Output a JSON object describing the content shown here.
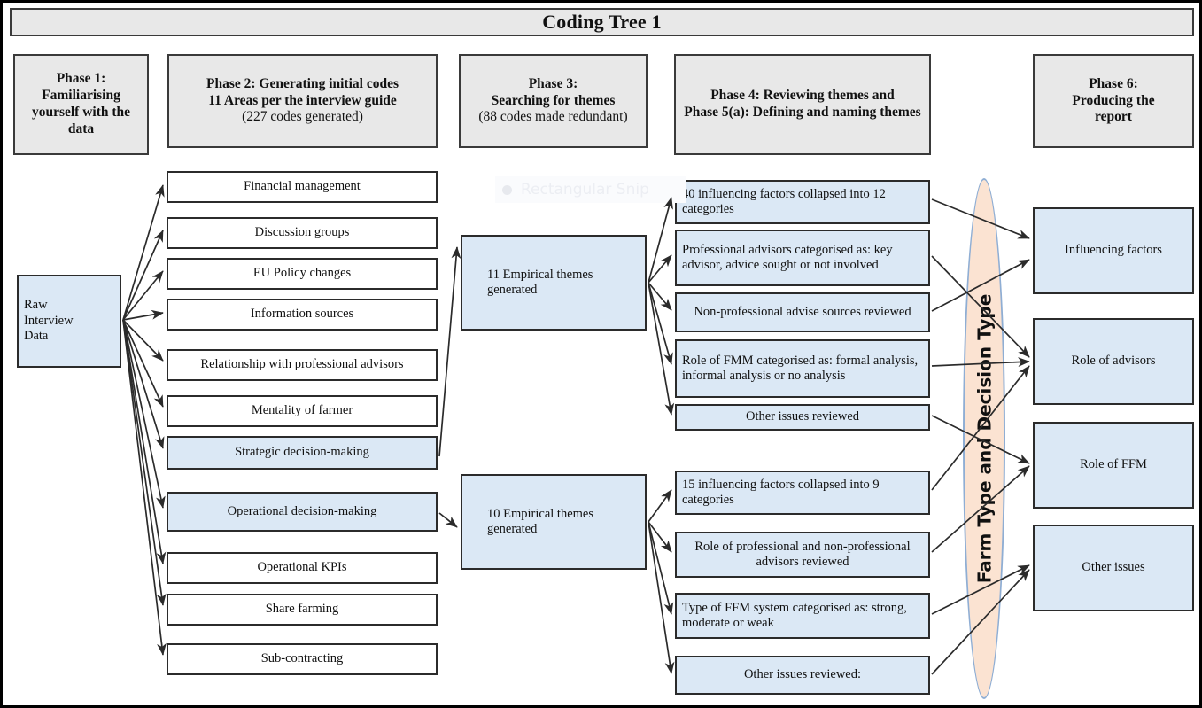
{
  "title": "Coding Tree 1",
  "watermark": {
    "label": "Rectangular Snip",
    "icon": "snip-dot-icon"
  },
  "colors": {
    "header_fill": "#e8e8e8",
    "node_fill_white": "#ffffff",
    "node_fill_blue": "#dbe8f5",
    "ellipse_fill": "#fbe3d2",
    "ellipse_stroke": "#8faed4",
    "border": "#2b2b2b"
  },
  "phases": [
    {
      "id": "phase1",
      "lines": [
        "Phase 1:",
        "Familiarising",
        "yourself with the",
        "data"
      ],
      "sub": ""
    },
    {
      "id": "phase2",
      "lines": [
        "Phase 2: Generating initial codes",
        "11 Areas per the interview guide"
      ],
      "sub": "(227 codes generated)"
    },
    {
      "id": "phase3",
      "lines": [
        "Phase 3:",
        "Searching for themes"
      ],
      "sub": "(88 codes made redundant)"
    },
    {
      "id": "phase45",
      "lines": [
        "Phase 4: Reviewing themes and",
        "Phase 5(a): Defining and naming themes"
      ],
      "sub": ""
    },
    {
      "id": "phase6",
      "lines": [
        "Phase 6:",
        "Producing the",
        "report"
      ],
      "sub": ""
    }
  ],
  "phase1_node": {
    "label": "Raw\nInterview\nData",
    "fill": "blue"
  },
  "phase2_nodes": [
    {
      "label": "Financial management",
      "fill": "white"
    },
    {
      "label": "Discussion groups",
      "fill": "white"
    },
    {
      "label": "EU Policy changes",
      "fill": "white"
    },
    {
      "label": "Information sources",
      "fill": "white"
    },
    {
      "label": "Relationship with professional advisors",
      "fill": "white"
    },
    {
      "label": "Mentality of farmer",
      "fill": "white"
    },
    {
      "label": "Strategic decision-making",
      "fill": "blue"
    },
    {
      "label": "Operational decision-making",
      "fill": "blue"
    },
    {
      "label": "Operational KPIs",
      "fill": "white"
    },
    {
      "label": "Share farming",
      "fill": "white"
    },
    {
      "label": "Sub-contracting",
      "fill": "white"
    }
  ],
  "phase3_nodes": [
    {
      "label": "11 Empirical themes generated",
      "fill": "blue"
    },
    {
      "label": "10 Empirical themes generated",
      "fill": "blue"
    }
  ],
  "phase45_nodes_upper": [
    {
      "label": "40 influencing factors collapsed into 12 categories",
      "fill": "blue",
      "align": "left"
    },
    {
      "label": "Professional advisors categorised as: key advisor, advice sought or not involved",
      "fill": "blue",
      "align": "left"
    },
    {
      "label": "Non-professional advise sources reviewed",
      "fill": "blue",
      "align": "center"
    },
    {
      "label": "Role of FMM categorised as: formal analysis, informal analysis or no analysis",
      "fill": "blue",
      "align": "left"
    },
    {
      "label": "Other issues reviewed",
      "fill": "blue",
      "align": "center"
    }
  ],
  "phase45_nodes_lower": [
    {
      "label": "15 influencing factors collapsed into 9 categories",
      "fill": "blue",
      "align": "left"
    },
    {
      "label": "Role of professional and non-professional advisors reviewed",
      "fill": "blue",
      "align": "center"
    },
    {
      "label": "Type of FFM system categorised as: strong, moderate or weak",
      "fill": "blue",
      "align": "left"
    },
    {
      "label": "Other issues reviewed:",
      "fill": "blue",
      "align": "center"
    }
  ],
  "moderator": {
    "label": "Farm Type and Decision Type"
  },
  "phase6_nodes": [
    {
      "label": "Influencing factors",
      "fill": "blue"
    },
    {
      "label": "Role of advisors",
      "fill": "blue"
    },
    {
      "label": "Role of FFM",
      "fill": "blue"
    },
    {
      "label": "Other issues",
      "fill": "blue"
    }
  ]
}
